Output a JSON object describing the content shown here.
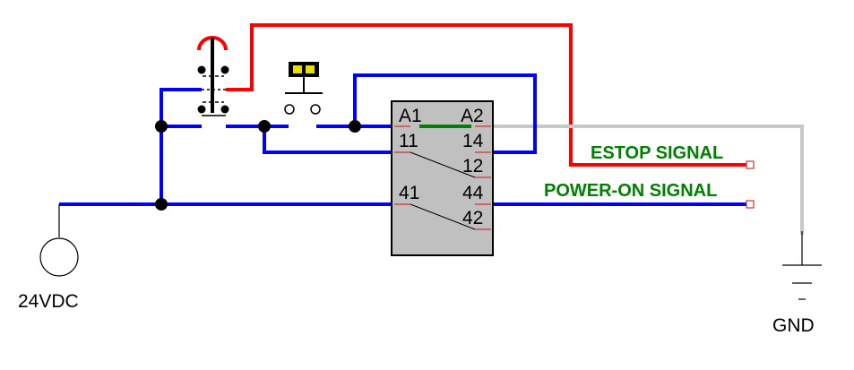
{
  "colors": {
    "red": "#ff0000",
    "blue": "#0000ff",
    "green": "#008000",
    "grey": "#c8c8c8",
    "black": "#000000",
    "relay_body": "#c0c0c0",
    "pushbutton_cap": "#e8e000"
  },
  "icons": [
    "emergency-stop-mushroom-icon",
    "pushbutton-icon",
    "power-source-icon",
    "ground-symbol-icon",
    "relay-coil-icon"
  ],
  "power": {
    "label": "24VDC"
  },
  "ground": {
    "label": "GND"
  },
  "relay": {
    "terminals": {
      "a1": "A1",
      "a2": "A2",
      "t11": "11",
      "t14": "14",
      "t12": "12",
      "t41": "41",
      "t44": "44",
      "t42": "42"
    }
  },
  "signals": {
    "estop": "ESTOP SIGNAL",
    "power_on": "POWER-ON SIGNAL"
  }
}
